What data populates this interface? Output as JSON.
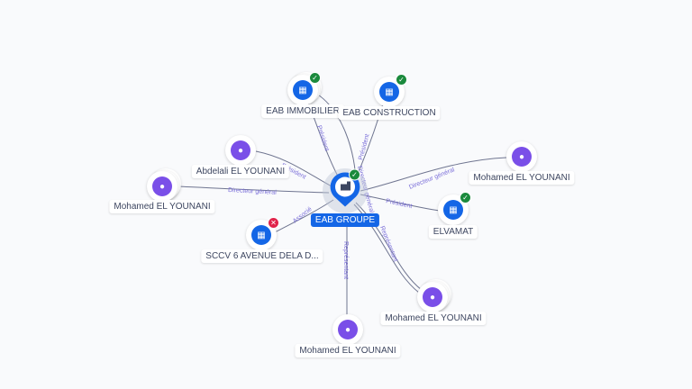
{
  "center": {
    "label": "EAB GROUPE",
    "type": "company",
    "status": "active",
    "icon": "building-icon"
  },
  "nodes": [
    {
      "id": "eab-immobilier",
      "label": "EAB IMMOBILIER",
      "type": "company",
      "status": "active",
      "stacked": true
    },
    {
      "id": "eab-construction",
      "label": "EAB CONSTRUCTION",
      "type": "company",
      "status": "active",
      "stacked": false
    },
    {
      "id": "abdelali",
      "label": "Abdelali EL YOUNANI",
      "type": "person",
      "stacked": false
    },
    {
      "id": "mohamed-left",
      "label": "Mohamed EL YOUNANI",
      "type": "person",
      "stacked": true
    },
    {
      "id": "sccv",
      "label": "SCCV 6 AVENUE DELA D...",
      "type": "company",
      "status": "inactive",
      "stacked": false
    },
    {
      "id": "mohamed-right",
      "label": "Mohamed EL YOUNANI",
      "type": "person",
      "stacked": false
    },
    {
      "id": "elvamat",
      "label": "ELVAMAT",
      "type": "company",
      "status": "active",
      "stacked": false
    },
    {
      "id": "mohamed-bottom-right",
      "label": "Mohamed EL YOUNANI",
      "type": "person",
      "stacked": true
    },
    {
      "id": "mohamed-bottom",
      "label": "Mohamed EL YOUNANI",
      "type": "person",
      "stacked": false
    }
  ],
  "edges": [
    {
      "from": "eab-immobilier",
      "label": "Président"
    },
    {
      "from": "eab-construction",
      "label": "Président"
    },
    {
      "from": "eab-immobilier",
      "label": "Directeur général"
    },
    {
      "from": "abdelali",
      "label": "Président"
    },
    {
      "from": "mohamed-left",
      "label": "Directeur général"
    },
    {
      "from": "sccv",
      "label": "Associé"
    },
    {
      "from": "mohamed-right",
      "label": "Directeur général"
    },
    {
      "from": "elvamat",
      "label": "Président"
    },
    {
      "from": "mohamed-bottom-right",
      "label": "Représentant"
    },
    {
      "from": "mohamed-bottom",
      "label": "Représentant"
    }
  ],
  "colors": {
    "company": "#1466e6",
    "person": "#7a4fe8",
    "active": "#1b8a3d",
    "inactive": "#e0244b",
    "edge_label": "#7b6fd9"
  }
}
